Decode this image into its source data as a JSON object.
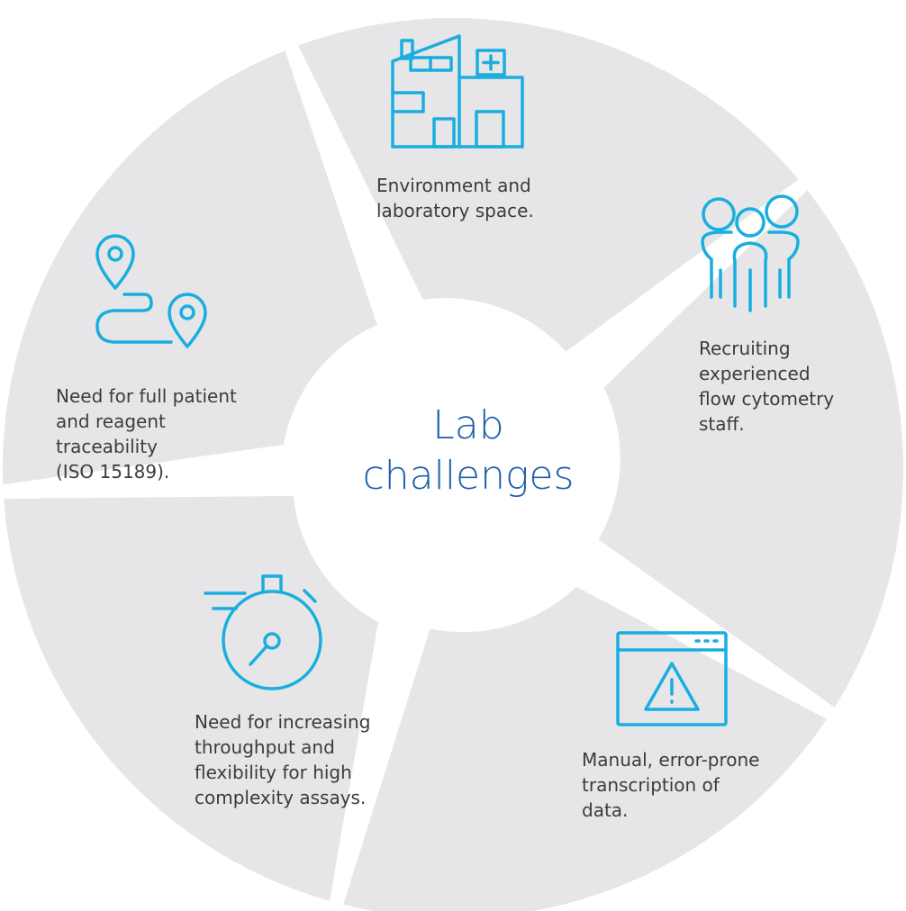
{
  "colors": {
    "segment_fill": "#e6e6e8",
    "icon_stroke": "#19aee0",
    "center_text": "#1d5fa8",
    "label_text": "#3c3c3c"
  },
  "center": {
    "title": "Lab\nchallenges"
  },
  "segments": [
    {
      "icon": "building-icon",
      "label": "Environment and\nlaboratory space."
    },
    {
      "icon": "people-group-icon",
      "label": "Recruiting\nexperienced\nflow cytometry\nstaff."
    },
    {
      "icon": "browser-warning-icon",
      "label": "Manual, error-prone\ntranscription of\ndata."
    },
    {
      "icon": "stopwatch-icon",
      "label": "Need for increasing\nthroughput and\nflexibility for high\ncomplexity assays."
    },
    {
      "icon": "location-route-icon",
      "label": "Need for full patient\nand reagent\ntraceability\n(ISO 15189)."
    }
  ]
}
